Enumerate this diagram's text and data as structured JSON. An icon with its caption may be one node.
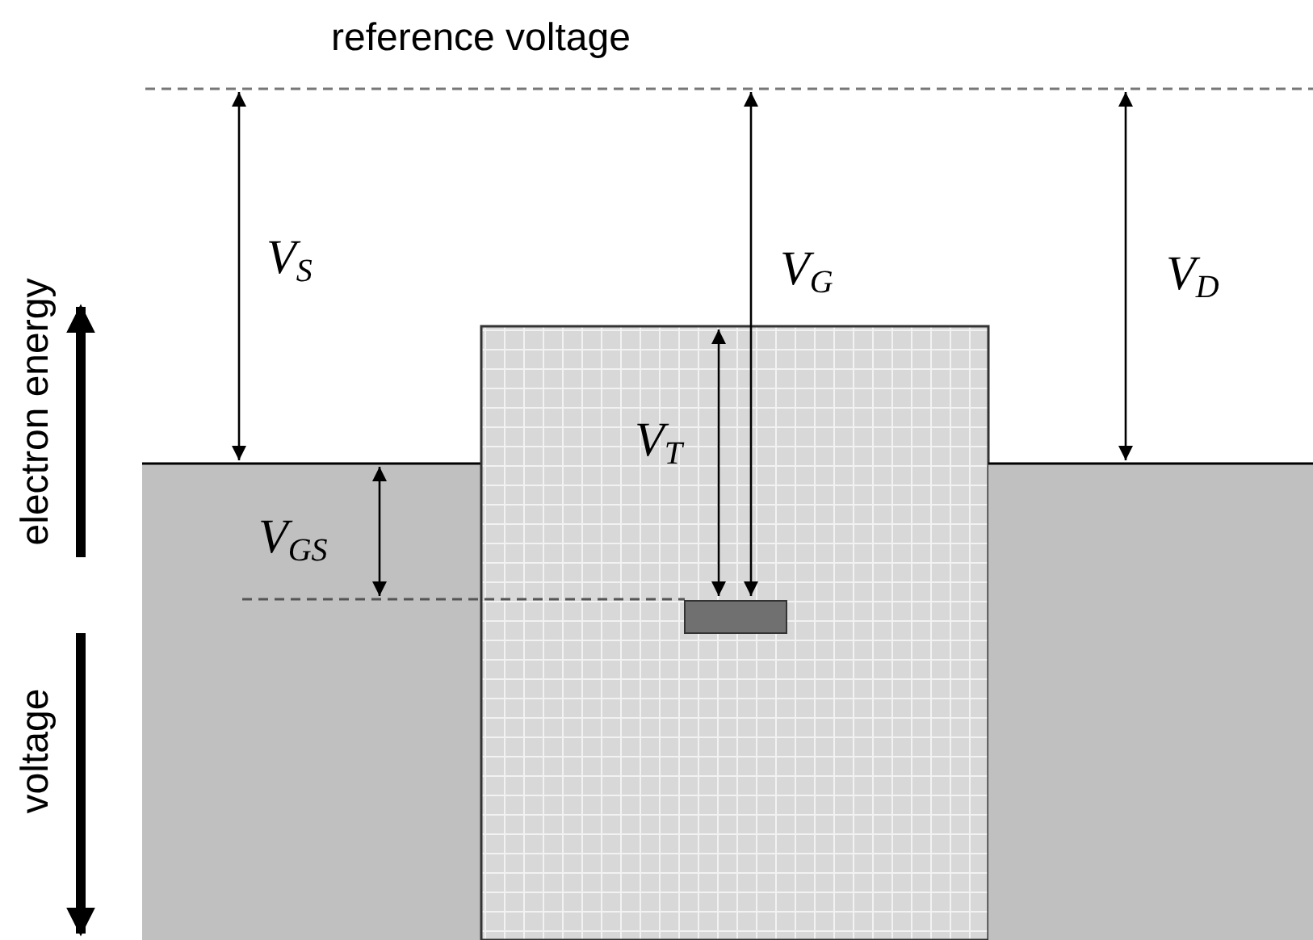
{
  "diagram": {
    "labels": [
      "reference voltage",
      "V$_{S}$",
      "V$_{G}$",
      "V$_{D}$",
      "electron energy",
      "V$_{T}$",
      "V$_{GS}$",
      "voltage"
    ]
  }
}
